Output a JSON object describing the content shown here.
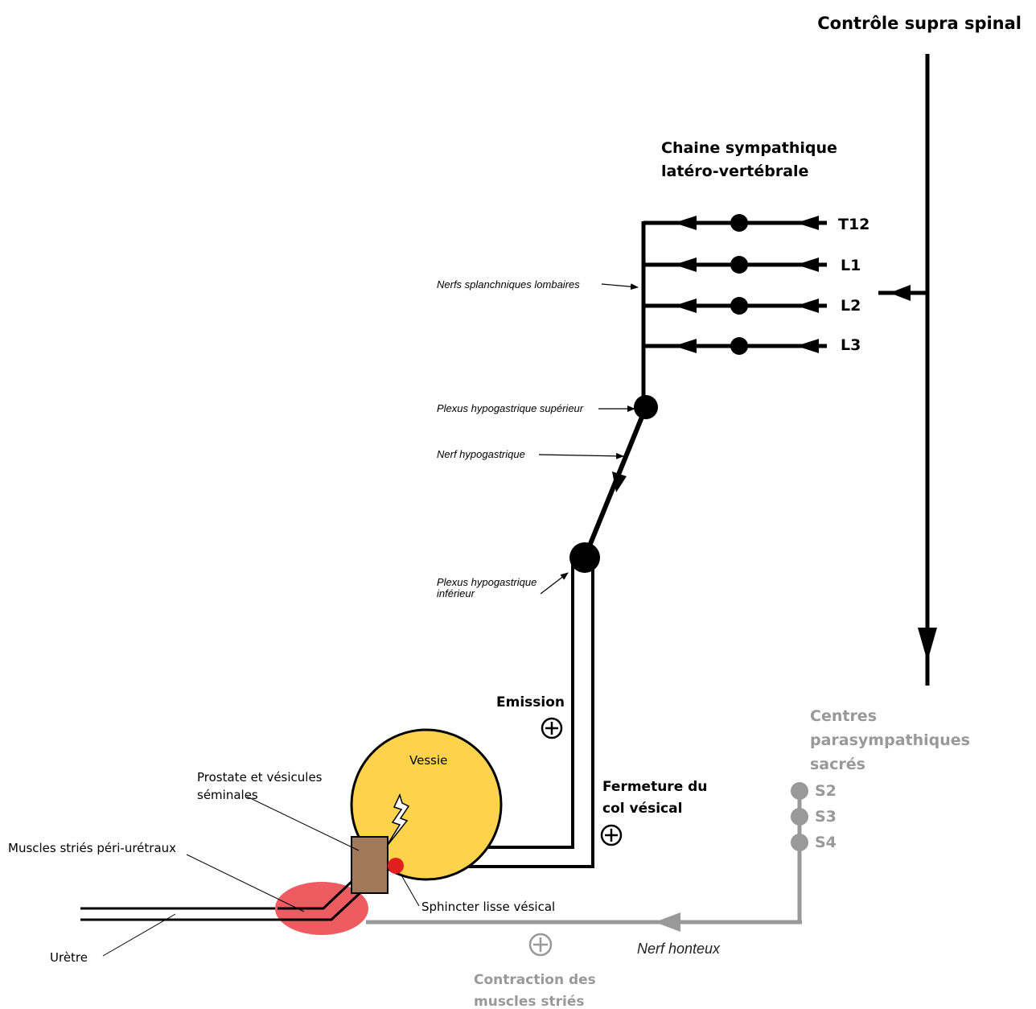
{
  "labels": {
    "supra_spinal": "Contrôle supra spinal",
    "chaine_line1": "Chaine sympathique",
    "chaine_line2": "latéro-vertébrale",
    "t12": "T12",
    "l1": "L1",
    "l2": "L2",
    "l3": "L3",
    "nerfs_splanchniques": "Nerfs splanchniques lombaires",
    "plexus_superieur": "Plexus hypogastrique supérieur",
    "nerf_hypogastrique": "Nerf hypogastrique",
    "plexus_inferieur_line1": "Plexus hypogastrique",
    "plexus_inferieur_line2": "inférieur",
    "emission": "Emission",
    "fermeture_line1": "Fermeture du",
    "fermeture_line2": "col vésical",
    "vessie": "Vessie",
    "prostate_line1": "Prostate et vésicules",
    "prostate_line2": "séminales",
    "muscles_peri": "Muscles striés péri-urétraux",
    "sphincter": "Sphincter lisse vésical",
    "uretre": "Urètre",
    "nerf_honteux": "Nerf honteux",
    "centres_line1": "Centres",
    "centres_line2": "parasympathiques",
    "centres_line3": "sacrés",
    "s2": "S2",
    "s3": "S3",
    "s4": "S4",
    "contraction_line1": "Contraction des",
    "contraction_line2": "muscles striés"
  },
  "colors": {
    "sympathetic": "#000000",
    "parasympathetic": "#999999",
    "bladder": "#fdd34d",
    "prostate": "#a0785a",
    "muscle": "#ee5b60",
    "sphincter": "#e21f1f"
  }
}
